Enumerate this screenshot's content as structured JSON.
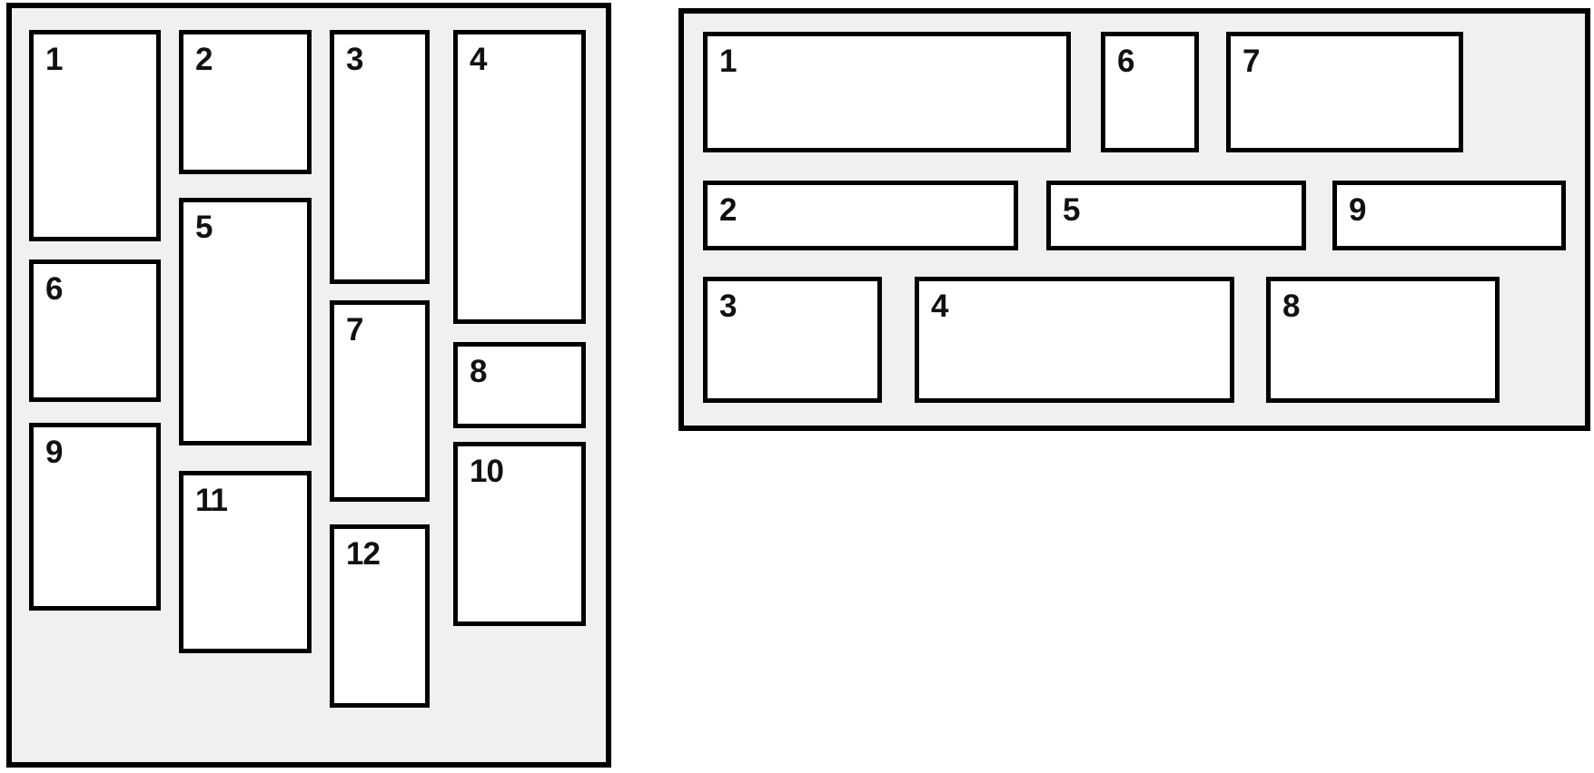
{
  "colors": {
    "panel_bg": "#f0f0f0",
    "card_bg": "#ffffff",
    "line": "#000000",
    "label": "#111111"
  },
  "left_panel": {
    "boxes": [
      {
        "label": "1"
      },
      {
        "label": "2"
      },
      {
        "label": "3"
      },
      {
        "label": "4"
      },
      {
        "label": "5"
      },
      {
        "label": "6"
      },
      {
        "label": "7"
      },
      {
        "label": "8"
      },
      {
        "label": "9"
      },
      {
        "label": "10"
      },
      {
        "label": "11"
      },
      {
        "label": "12"
      }
    ]
  },
  "right_panel": {
    "boxes": [
      {
        "label": "1"
      },
      {
        "label": "2"
      },
      {
        "label": "3"
      },
      {
        "label": "4"
      },
      {
        "label": "5"
      },
      {
        "label": "6"
      },
      {
        "label": "7"
      },
      {
        "label": "8"
      },
      {
        "label": "9"
      }
    ]
  }
}
